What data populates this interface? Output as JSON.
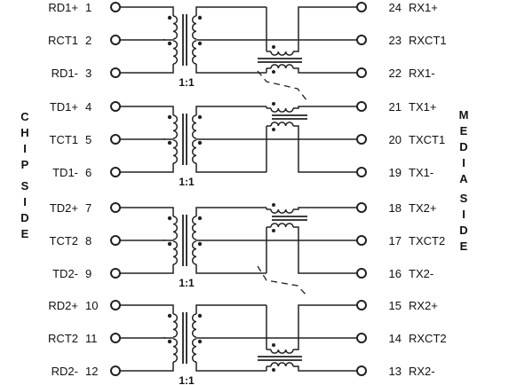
{
  "side_labels": {
    "left": [
      "C",
      "H",
      "I",
      "P",
      "S",
      "I",
      "D",
      "E"
    ],
    "right": [
      "M",
      "E",
      "D",
      "I",
      "A",
      "S",
      "I",
      "D",
      "E"
    ]
  },
  "channels": [
    {
      "ratio": "1:1",
      "left_pins": [
        {
          "name": "RD1+",
          "num": "1"
        },
        {
          "name": "RCT1",
          "num": "2"
        },
        {
          "name": "RD1-",
          "num": "3"
        }
      ],
      "right_pins": [
        {
          "num": "24",
          "name": "RX1+"
        },
        {
          "num": "23",
          "name": "RXCT1"
        },
        {
          "num": "22",
          "name": "RX1-"
        }
      ]
    },
    {
      "ratio": "1:1",
      "left_pins": [
        {
          "name": "TD1+",
          "num": "4"
        },
        {
          "name": "TCT1",
          "num": "5"
        },
        {
          "name": "TD1-",
          "num": "6"
        }
      ],
      "right_pins": [
        {
          "num": "21",
          "name": "TX1+"
        },
        {
          "num": "20",
          "name": "TXCT1"
        },
        {
          "num": "19",
          "name": "TX1-"
        }
      ]
    },
    {
      "ratio": "1:1",
      "left_pins": [
        {
          "name": "TD2+",
          "num": "7"
        },
        {
          "name": "TCT2",
          "num": "8"
        },
        {
          "name": "TD2-",
          "num": "9"
        }
      ],
      "right_pins": [
        {
          "num": "18",
          "name": "TX2+"
        },
        {
          "num": "17",
          "name": "TXCT2"
        },
        {
          "num": "16",
          "name": "TX2-"
        }
      ]
    },
    {
      "ratio": "1:1",
      "left_pins": [
        {
          "name": "RD2+",
          "num": "10"
        },
        {
          "name": "RCT2",
          "num": "11"
        },
        {
          "name": "RD2-",
          "num": "12"
        }
      ],
      "right_pins": [
        {
          "num": "15",
          "name": "RX2+"
        },
        {
          "num": "14",
          "name": "RXCT2"
        },
        {
          "num": "13",
          "name": "RX2-"
        }
      ]
    }
  ]
}
